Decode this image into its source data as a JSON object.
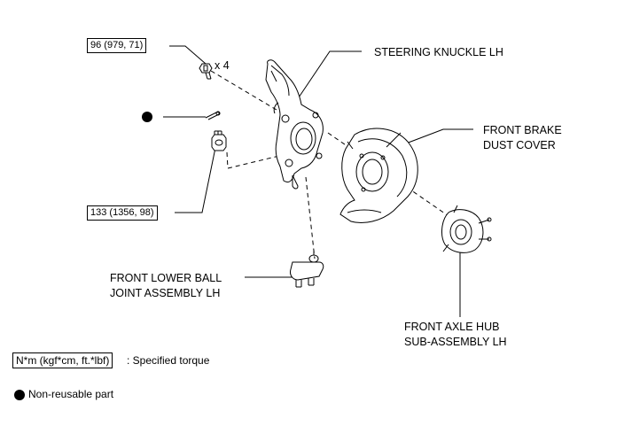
{
  "torque_specs": {
    "bolt": "96 (979, 71)",
    "nut": "133 (1356, 98)"
  },
  "quantity": "x 4",
  "parts": {
    "steering_knuckle": "STEERING KNUCKLE LH",
    "dust_cover_line1": "FRONT BRAKE",
    "dust_cover_line2": "DUST COVER",
    "ball_joint_line1": "FRONT LOWER BALL",
    "ball_joint_line2": "JOINT ASSEMBLY LH",
    "axle_hub_line1": "FRONT AXLE HUB",
    "axle_hub_line2": "SUB-ASSEMBLY LH"
  },
  "legend": {
    "torque_unit": "N*m (kgf*cm, ft.*lbf)",
    "torque_desc": ": Specified torque",
    "non_reusable": "Non-reusable part"
  }
}
